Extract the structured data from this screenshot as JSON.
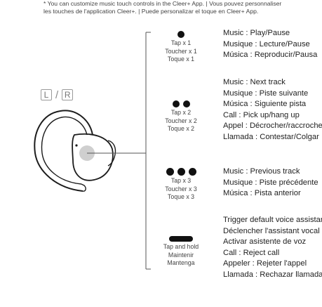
{
  "note": {
    "line1": "* You can customize music touch controls in the Cleer+ App. | Vous pouvez personnaliser",
    "line2": "les touches de l'application Cleer+. | Puede personalizar el toque en Cleer+ App."
  },
  "side_keys": {
    "left": "L",
    "separator": "/",
    "right": "R"
  },
  "gestures": [
    {
      "labels": [
        "Tap x 1",
        "Toucher x 1",
        "Toque x 1"
      ],
      "actions": [
        "Music : Play/Pause",
        "Musique : Lecture/Pause",
        "Música : Reproducir/Pausa"
      ]
    },
    {
      "labels": [
        "Tap x 2",
        "Toucher x 2",
        "Toque x 2"
      ],
      "actions": [
        "Music : Next track",
        "Musique : Piste suivante",
        "Música : Siguiente pista",
        "Call : Pick up/hang up",
        "Appel : Décrocher/raccrocher",
        "Llamada : Contestar/Colgar"
      ]
    },
    {
      "labels": [
        "Tap x 3",
        "Toucher x 3",
        "Toque x 3"
      ],
      "actions": [
        "Music : Previous track",
        "Musique : Piste précédente",
        "Música : Pista anterior"
      ]
    },
    {
      "labels": [
        "Tap and hold",
        "Maintenir",
        "Mantenga"
      ],
      "actions": [
        "Trigger default voice assistant",
        "Déclencher l'assistant vocal",
        "Activar asistente de voz",
        "Call : Reject call",
        "Appeler : Rejeter l'appel",
        "Llamada : Rechazar llamada"
      ]
    }
  ],
  "colors": {
    "ink": "#111111",
    "text": "#222222",
    "line": "#555555",
    "touch_zone": "#cfcfcf"
  }
}
